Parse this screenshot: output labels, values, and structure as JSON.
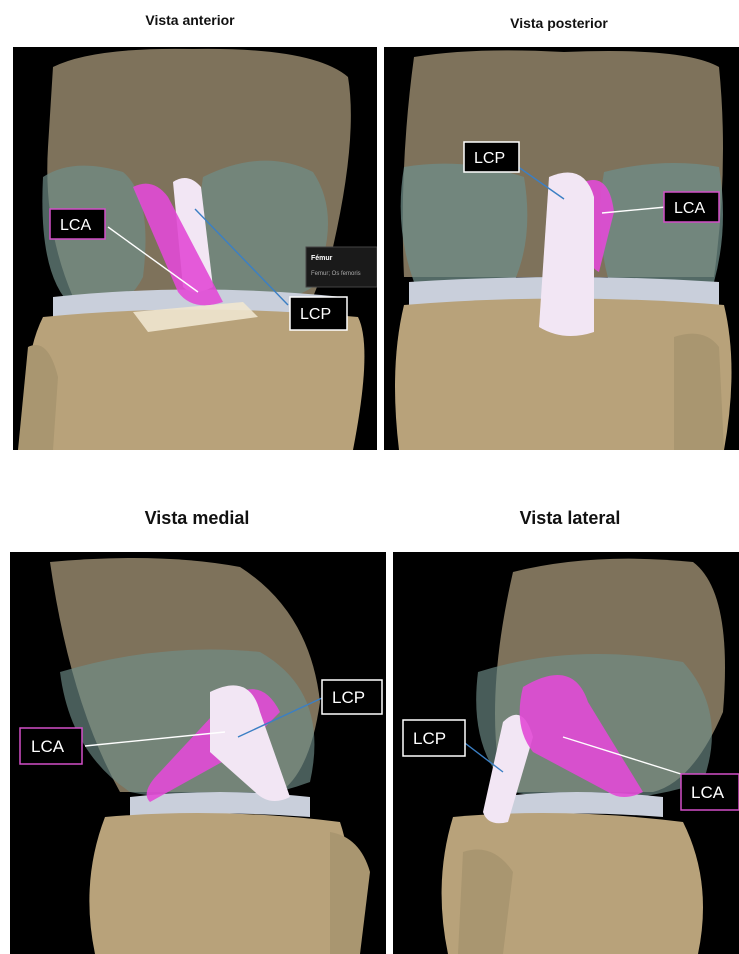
{
  "panels": [
    {
      "title": "Vista anterior",
      "labels": {
        "lca": "LCA",
        "lcp": "LCP"
      }
    },
    {
      "title": "Vista posterior",
      "labels": {
        "lca": "LCA",
        "lcp": "LCP"
      }
    },
    {
      "title": "Vista medial",
      "labels": {
        "lca": "LCA",
        "lcp": "LCP"
      }
    },
    {
      "title": "Vista lateral",
      "labels": {
        "lca": "LCA",
        "lcp": "LCP"
      }
    }
  ],
  "tooltip": {
    "title": "Fémur",
    "subtitle": "Femur; Os femoris"
  },
  "colors": {
    "lca_box": "#d24fc8",
    "lcp_box": "#ffffff",
    "lca_ligament": "#e24ad6",
    "lcp_ligament": "#f2e6f4",
    "bone": "#b8a27a",
    "cartilage": "#8ab0b0",
    "meniscus": "#c9cfdb",
    "lca_arrow": "#ffffff",
    "lcp_arrow": "#3b7fc4"
  }
}
